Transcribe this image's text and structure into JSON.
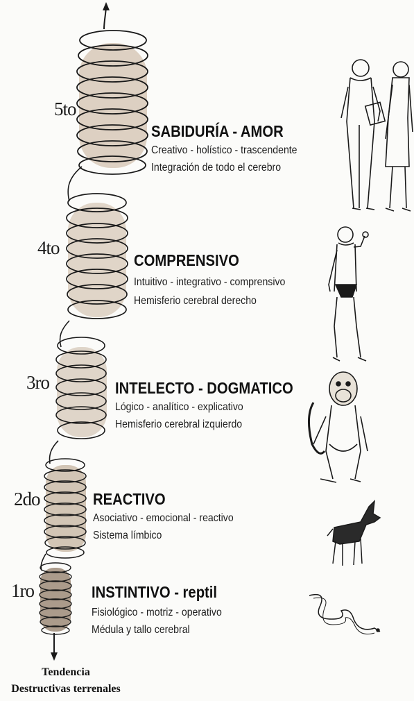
{
  "levels": [
    {
      "number": "5to",
      "title": "SABIDURÍA - AMOR",
      "line1": "Creativo - holístico - trascendente",
      "line2": "Integración de todo el cerebro",
      "figure_icon": "human-couple-icon"
    },
    {
      "number": "4to",
      "title": "COMPRENSIVO",
      "line1": "Intuitivo - integrativo - comprensivo",
      "line2": "Hemisferio cerebral derecho",
      "figure_icon": "human-figure-icon"
    },
    {
      "number": "3ro",
      "title": "INTELECTO - DOGMATICO",
      "line1": "Lógico - analítico - explicativo",
      "line2": "Hemisferio cerebral izquierdo",
      "figure_icon": "monkey-icon"
    },
    {
      "number": "2do",
      "title": "REACTIVO",
      "line1": "Asociativo - emocional - reactivo",
      "line2": "Sistema límbico",
      "figure_icon": "dog-icon"
    },
    {
      "number": "1ro",
      "title": "INSTINTIVO - reptil",
      "line1": "Fisiológico - motriz - operativo",
      "line2": "Médula y tallo cerebral",
      "figure_icon": "snake-icon"
    }
  ],
  "bottom": {
    "line1": "Tendencia",
    "line2": "Destructivas terrenales"
  },
  "colors": {
    "coil_5": "#d9cbbb",
    "coil_4": "#ddd0c2",
    "coil_3": "#d6c8b8",
    "coil_2": "#c8b8a4",
    "coil_1": "#9c8a78",
    "ink": "#1a1a1a"
  }
}
